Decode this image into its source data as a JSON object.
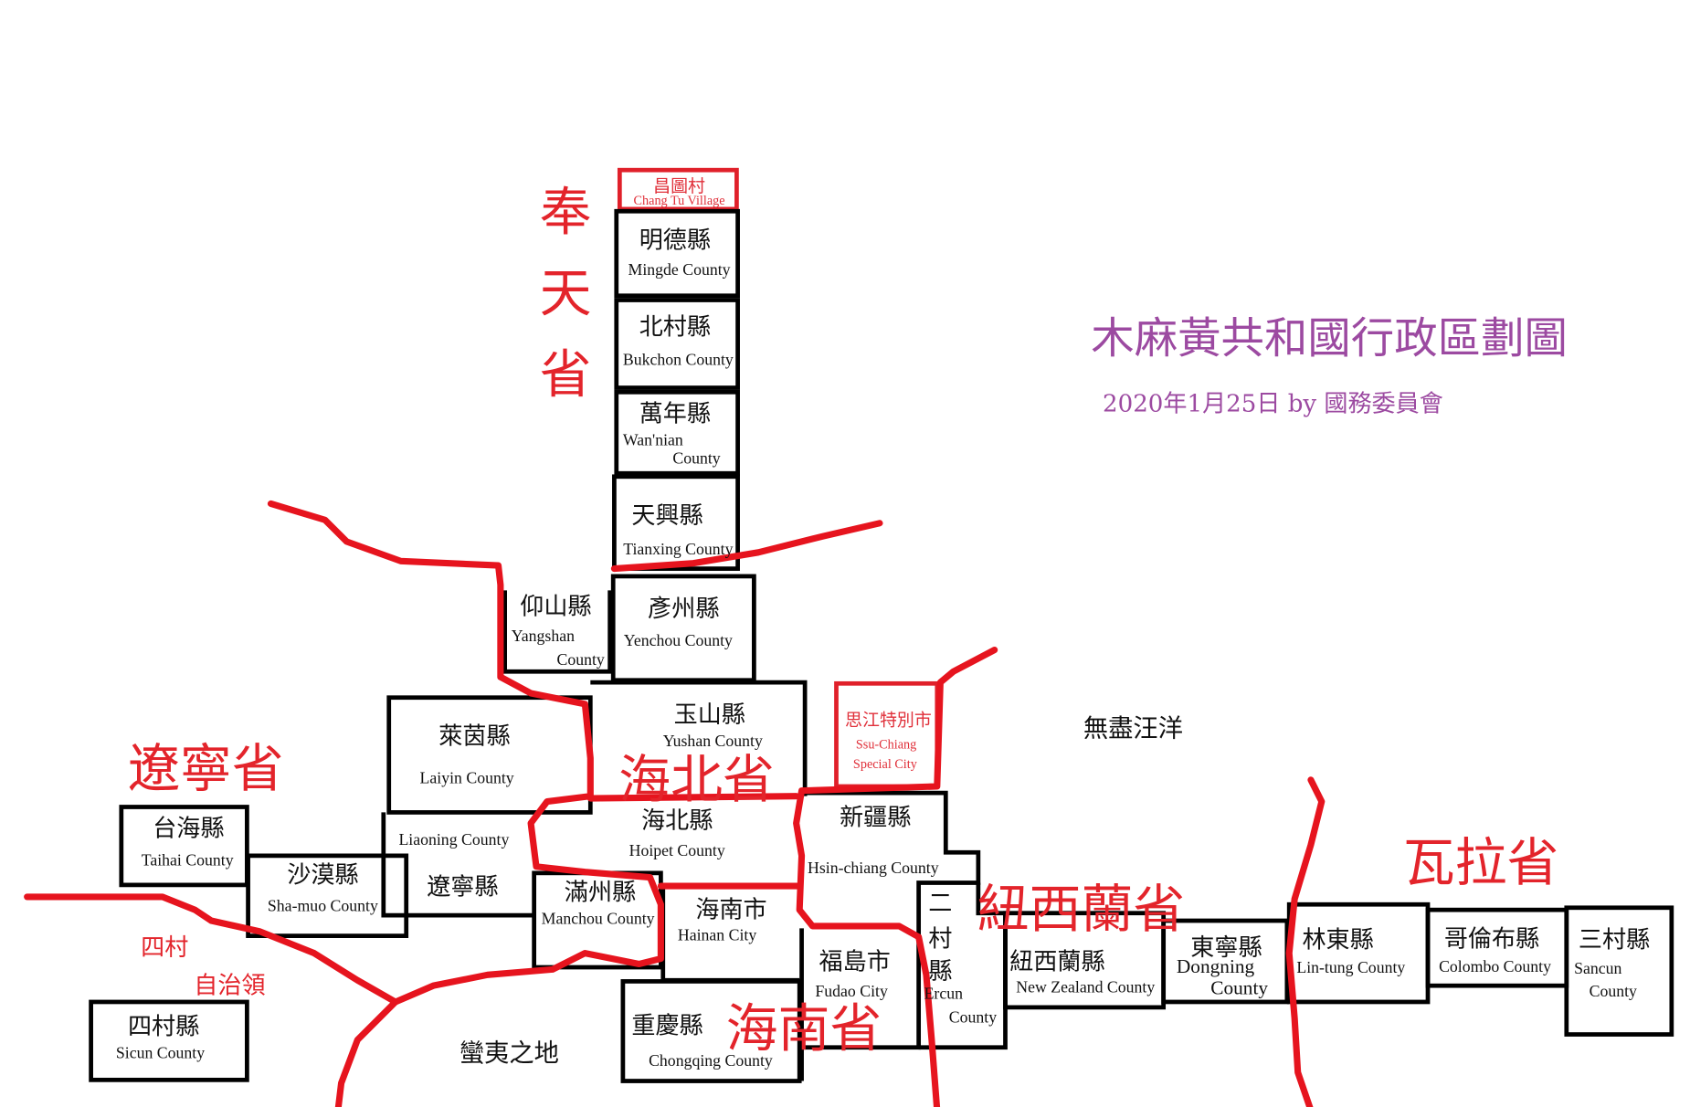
{
  "title": "木麻黃共和國行政區劃圖",
  "subtitle": "2020年1月25日 by 國務委員會",
  "colors": {
    "border_red": "#e6141e",
    "title_purple": "#9c4aa1",
    "county_border": "#000000"
  },
  "provinces": {
    "fengtian": [
      "奉",
      "天",
      "省"
    ],
    "liaoning": "遼寧省",
    "haibei": "海北省",
    "newzealand": "紐西蘭省",
    "hainan": "海南省",
    "wala": "瓦拉省",
    "sicun_1": "四村",
    "sicun_2": "自治領"
  },
  "neutral": {
    "ocean": "無盡汪洋",
    "barbarian": "蠻夷之地"
  },
  "counties": {
    "changtu": {
      "zh": "昌圖村",
      "en": "Chang Tu Village"
    },
    "mingde": {
      "zh": "明德縣",
      "en": "Mingde County"
    },
    "bukchon": {
      "zh": "北村縣",
      "en": "Bukchon County"
    },
    "wannian": {
      "zh": "萬年縣",
      "en1": "Wan'nian",
      "en2": "County"
    },
    "tianxing": {
      "zh": "天興縣",
      "en": "Tianxing County"
    },
    "yangshan": {
      "zh": "仰山縣",
      "en1": "Yangshan",
      "en2": "County"
    },
    "yenchou": {
      "zh": "彥州縣",
      "en": "Yenchou County"
    },
    "laiyin": {
      "zh": "萊茵縣",
      "en": "Laiyin County"
    },
    "yushan": {
      "zh": "玉山縣",
      "en": "Yushan County"
    },
    "liaoning": {
      "zh": "遼寧縣",
      "en": "Liaoning County"
    },
    "hoipet": {
      "zh": "海北縣",
      "en": "Hoipet County"
    },
    "manchou": {
      "zh": "滿州縣",
      "en": "Manchou County"
    },
    "hainan": {
      "zh": "海南市",
      "en": "Hainan City"
    },
    "taihai": {
      "zh": "台海縣",
      "en": "Taihai County"
    },
    "shamuo": {
      "zh": "沙漠縣",
      "en": "Sha-muo County"
    },
    "sicun": {
      "zh": "四村縣",
      "en": "Sicun County"
    },
    "chongqing": {
      "zh": "重慶縣",
      "en": "Chongqing County"
    },
    "ssuchiang": {
      "zh": "思江特別市",
      "en1": "Ssu-Chiang",
      "en2": "Special City"
    },
    "hsinchiang": {
      "zh": "新疆縣",
      "en": "Hsin-chiang County"
    },
    "fudao": {
      "zh": "福島市",
      "en": "Fudao City"
    },
    "ercun": {
      "zh": [
        "二",
        "村",
        "縣"
      ],
      "en1": "Ercun",
      "en2": "County"
    },
    "newzealand": {
      "zh": "紐西蘭縣",
      "en": "New Zealand County"
    },
    "dongning": {
      "zh": "東寧縣",
      "en1": "Dongning",
      "en2": "County"
    },
    "lintung": {
      "zh": "林東縣",
      "en": "Lin-tung County"
    },
    "colombo": {
      "zh": "哥倫布縣",
      "en": "Colombo County"
    },
    "sancun": {
      "zh": "三村縣",
      "en1": "Sancun",
      "en2": "County"
    }
  }
}
